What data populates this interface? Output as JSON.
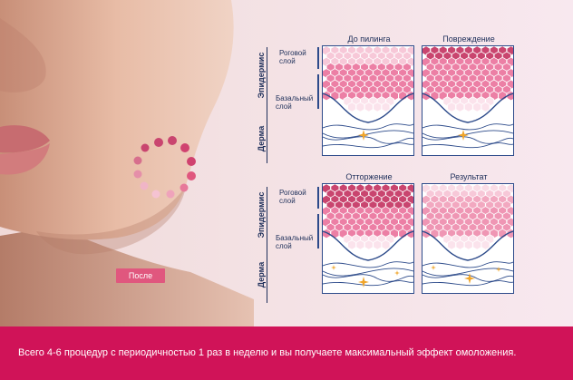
{
  "banner": {
    "text": "Всего 4-6 процедур с периодичностью 1 раз в неделю и вы получаете максимальный эффект омоложения."
  },
  "after_badge": "После",
  "panels": [
    {
      "title": "До пилинга",
      "state": "before"
    },
    {
      "title": "Повреждение",
      "state": "damage"
    },
    {
      "title": "Отторжение",
      "state": "rejection"
    },
    {
      "title": "Результат",
      "state": "result"
    }
  ],
  "labels": {
    "epidermis": "Эпидермис",
    "dermis": "Дерма",
    "horny_layer": "Роговой слой",
    "basal_layer": "Базальный слой"
  },
  "colors": {
    "banner": "#d01358",
    "cell_light": "#f7c8d8",
    "cell_mid": "#ec7fa5",
    "cell_dark": "#c9456f",
    "line": "#2c4a8a",
    "star": "#f0a52a"
  }
}
